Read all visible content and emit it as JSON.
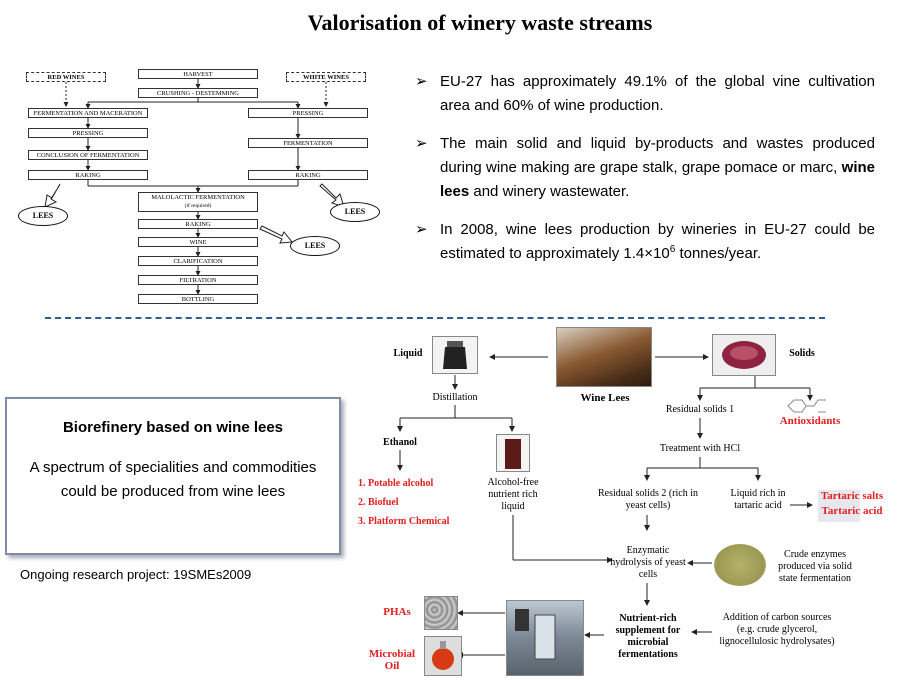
{
  "title": "Valorisation of winery waste streams",
  "flowchart": {
    "harvest": "HARVEST",
    "crushing": "CRUSHING - DESTEMMING",
    "red_wines": "RED WINES",
    "white_wines": "WHITE WINES",
    "ferm_maceration": "FERMENTATION AND MACERATION",
    "pressing_left": "PRESSING",
    "conclusion": "CONCLUSION OF FERMENTATION",
    "raking_left": "RAKING",
    "pressing_right": "PRESSING",
    "fermentation_right": "FERMENTATION",
    "raking_right": "RAKING",
    "malolactic": "MALOLACTIC FERMENTATION",
    "malolactic_note": "(if required)",
    "raking_center": "RAKING",
    "wine": "WINE",
    "clarification": "CLARIFICATION",
    "filtration": "FILTRATION",
    "bottling": "BOTTLING",
    "lees_left": "LEES",
    "lees_right": "LEES",
    "lees_center": "LEES"
  },
  "bullets": {
    "b1": "EU-27 has approximately 49.1% of the global vine cultivation area and 60% of wine production.",
    "b2_pre": "The main solid and liquid by-products and wastes produced during wine making are grape stalk, grape pomace or marc,",
    "b2_bold": "wine lees",
    "b2_post": "and winery wastewater.",
    "b3_pre": "In 2008, wine lees production by wineries in EU-27 could be estimated to approximately 1.4×10",
    "b3_sup": "6",
    "b3_post": "tonnes/year."
  },
  "panel": {
    "heading": "Biorefinery based on wine lees",
    "body": "A spectrum of specialities and commodities could be produced from wine lees"
  },
  "project": "Ongoing research project:  19SMEs2009",
  "process": {
    "liquid": "Liquid",
    "solids": "Solids",
    "wine_lees": "Wine Lees",
    "distillation": "Distillation",
    "ethanol": "Ethanol",
    "uses": [
      "1.  Potable alcohol",
      "2.  Biofuel",
      "3.  Platform Chemical"
    ],
    "alcohol_free": "Alcohol-free nutrient rich liquid",
    "residual1": "Residual solids 1",
    "antioxidants": "Antioxidants",
    "hcl": "Treatment with HCl",
    "residual2": "Residual solids 2 (rich in yeast cells)",
    "liquid_tartaric": "Liquid rich in tartaric acid",
    "tartaric_salts": "Tartaric salts",
    "tartaric_acid": "Tartaric acid",
    "enzymatic": "Enzymatic hydrolysis of yeast cells",
    "crude_enzymes": "Crude enzymes produced via solid state fermentation",
    "nutrient": "Nutrient-rich supplement for microbial fermentations",
    "carbon": "Addition of carbon sources (e.g. crude glycerol, lignocellulosic hydrolysates)",
    "phas": "PHAs",
    "microbial_oil": "Microbial Oil"
  },
  "colors": {
    "accent_red": "#e0201f",
    "separator": "#2f5c8f"
  }
}
